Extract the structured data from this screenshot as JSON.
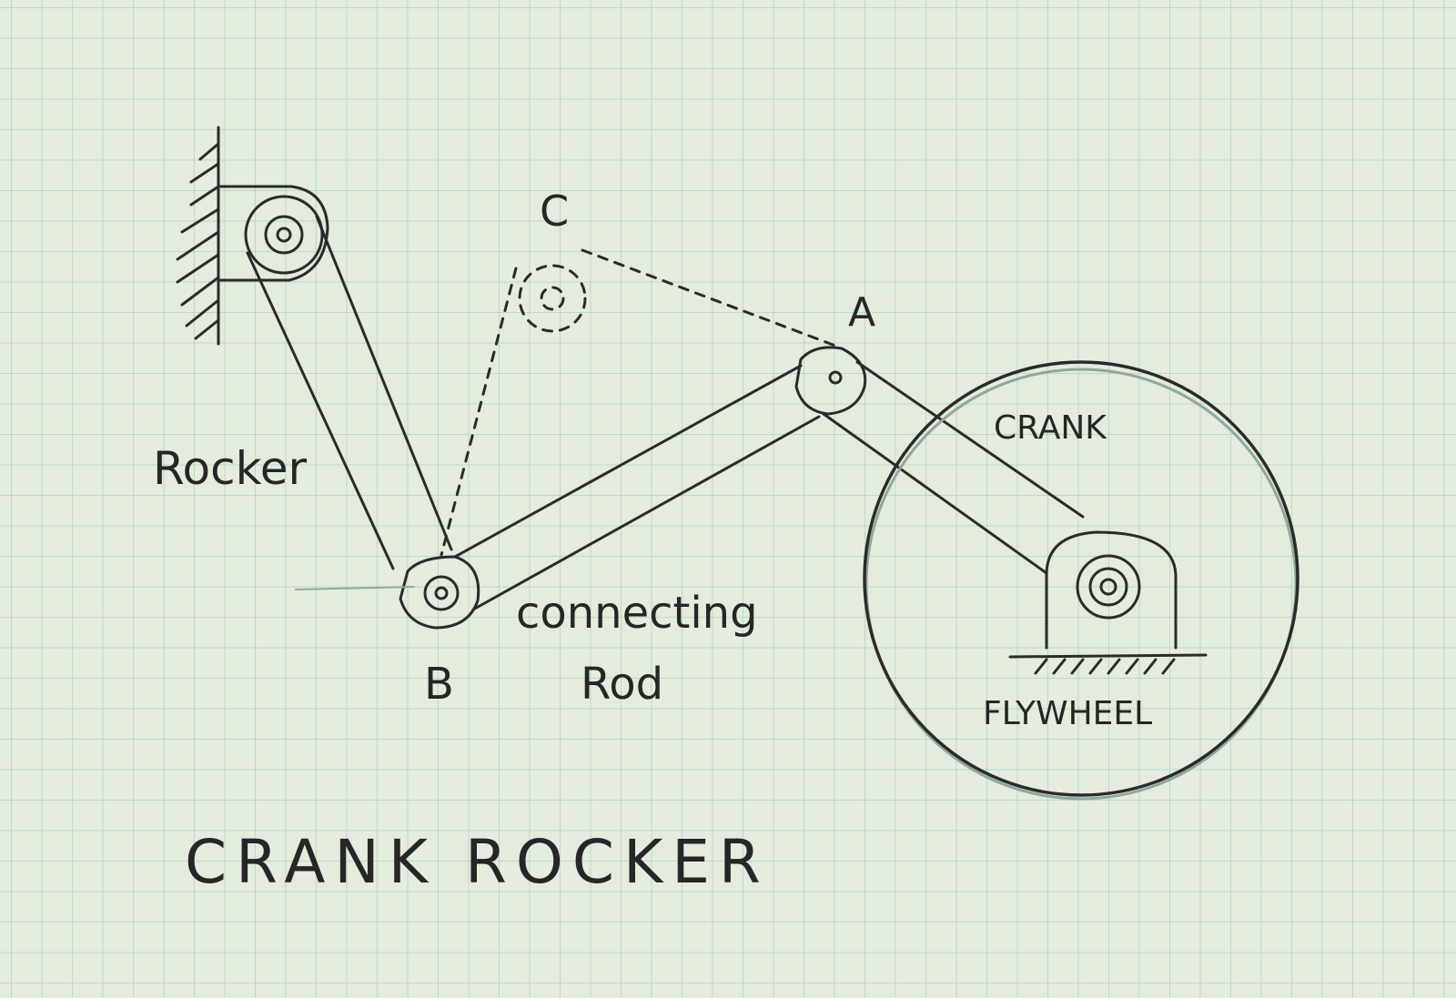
{
  "title": "CRANK ROCKER",
  "labels": {
    "c": "C",
    "a": "A",
    "b": "B",
    "crank": "CRANK",
    "rocker": "Rocker",
    "connecting": "connecting",
    "rod": "Rod",
    "flywheel": "FLYWHEEL"
  },
  "colors": {
    "paper": "#e4ecde",
    "grid": "#78bea0",
    "ink": "#2b2b2b"
  }
}
